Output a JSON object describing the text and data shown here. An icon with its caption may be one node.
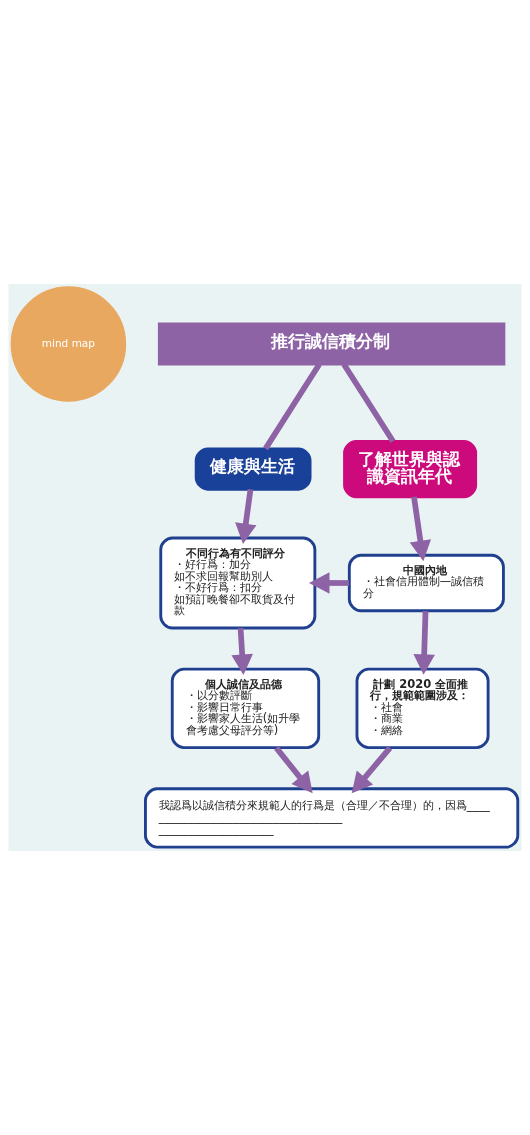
{
  "diagram": {
    "nodes": [
      {
        "text": [
          "推行誠信積分制"
        ]
      },
      {
        "text": [
          "健康與生活"
        ]
      },
      {
        "text": [
          "了解世界與認識資訊年代"
        ]
      },
      {
        "text": [
          "不同行為有不同評分",
          "・好行爲：加分",
          "如不求回報幫助別人",
          "・不好行爲：扣分",
          "如預訂晚餐卻不取貨及付款"
        ]
      },
      {
        "text": [
          "中國內地",
          "・社會信用體制—誠信積分"
        ]
      },
      {
        "text": [
          "計劃 2020 全面推行，規範範圍涉及：",
          "・社會",
          "・商業",
          "・網絡"
        ]
      },
      {
        "text": [
          "個人誠信及品德",
          "・以分數評斷",
          "・影響日常行事",
          "・影響家人生活(如升學會考慮父母評分等)"
        ]
      },
      {
        "text": [
          "我認爲以誠信積分來規範人的行爲是（合理／不合理）的，因爲________________________________________________________"
        ]
      }
    ],
    "edges": [
      {
        "from": 0,
        "to": 1,
        "arrow": "none"
      },
      {
        "from": 0,
        "to": 2,
        "arrow": "none"
      },
      {
        "from": 1,
        "to": 3,
        "arrow": "to"
      },
      {
        "from": 2,
        "to": 4,
        "arrow": "to"
      },
      {
        "from": 4,
        "to": 3,
        "arrow": "to"
      },
      {
        "from": 4,
        "to": 5,
        "arrow": "to"
      },
      {
        "from": 3,
        "to": 6,
        "arrow": "to"
      },
      {
        "from": 6,
        "to": 7,
        "arrow": "to"
      },
      {
        "from": 5,
        "to": 7,
        "arrow": "to"
      }
    ],
    "labels": [
      "mind map"
    ]
  }
}
